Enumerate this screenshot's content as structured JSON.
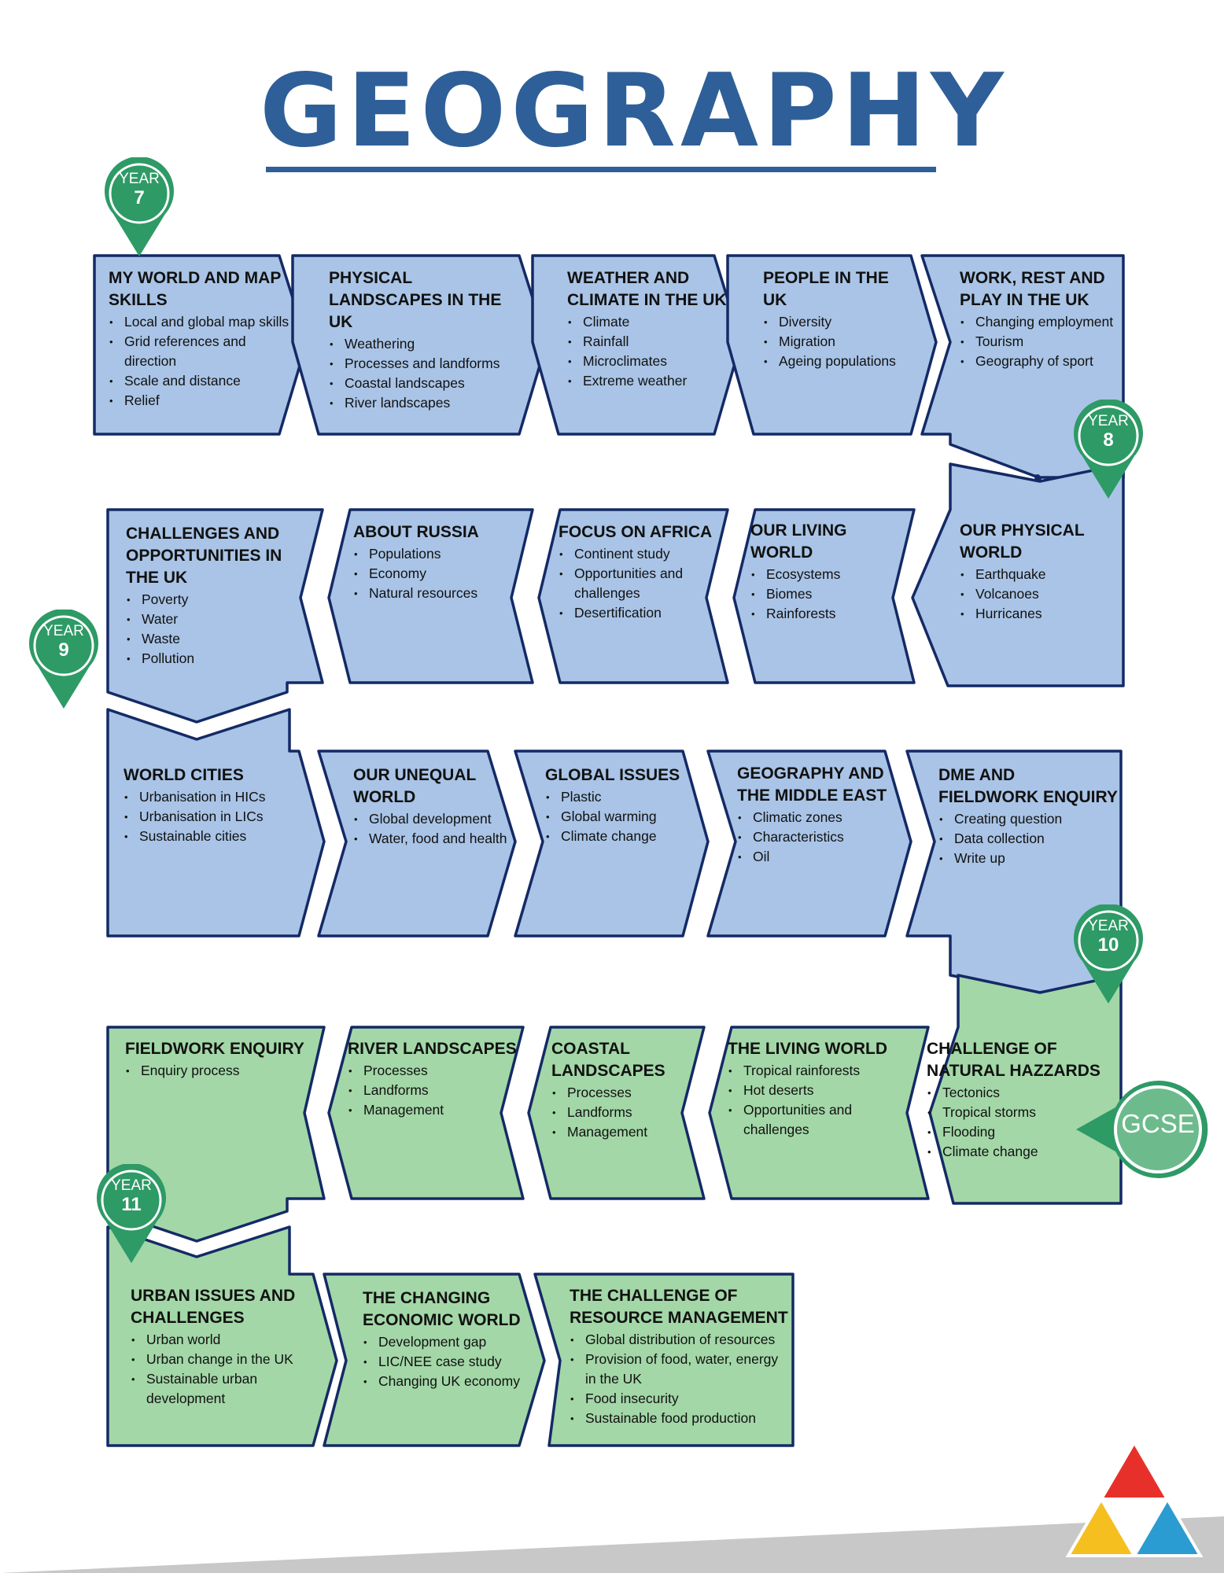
{
  "title": "GEOGRAPHY",
  "colors": {
    "blue_fill": "#a9c4e6",
    "green_fill": "#a3d7a7",
    "border": "#142a66",
    "title": "#2f5f98",
    "pin": "#2e9a66"
  },
  "pins": [
    {
      "label": "YEAR",
      "number": "7"
    },
    {
      "label": "YEAR",
      "number": "8"
    },
    {
      "label": "YEAR",
      "number": "9"
    },
    {
      "label": "YEAR",
      "number": "10"
    },
    {
      "label": "YEAR",
      "number": "11"
    }
  ],
  "gcse": "GCSE",
  "units": [
    {
      "title": "MY WORLD AND MAP SKILLS",
      "items": [
        "Local and global map skills",
        "Grid references and direction",
        "Scale and distance",
        "Relief"
      ]
    },
    {
      "title": "PHYSICAL LANDSCAPES IN THE UK",
      "items": [
        "Weathering",
        "Processes and landforms",
        "Coastal landscapes",
        "River landscapes"
      ]
    },
    {
      "title": "WEATHER AND CLIMATE IN THE UK",
      "items": [
        "Climate",
        "Rainfall",
        "Microclimates",
        "Extreme weather"
      ]
    },
    {
      "title": "PEOPLE IN THE UK",
      "items": [
        "Diversity",
        "Migration",
        "Ageing populations"
      ]
    },
    {
      "title": "WORK, REST AND PLAY IN THE UK",
      "items": [
        "Changing employment",
        "Tourism",
        "Geography of sport"
      ]
    },
    {
      "title": "CHALLENGES AND OPPORTUNITIES IN THE UK",
      "items": [
        "Poverty",
        "Water",
        "Waste",
        "Pollution"
      ]
    },
    {
      "title": "ABOUT RUSSIA",
      "items": [
        "Populations",
        "Economy",
        "Natural resources"
      ]
    },
    {
      "title": "FOCUS ON AFRICA",
      "items": [
        "Continent study",
        "Opportunities and challenges",
        "Desertification"
      ]
    },
    {
      "title": "OUR LIVING WORLD",
      "items": [
        "Ecosystems",
        "Biomes",
        "Rainforests"
      ]
    },
    {
      "title": "OUR PHYSICAL WORLD",
      "items": [
        "Earthquake",
        "Volcanoes",
        "Hurricanes"
      ]
    },
    {
      "title": "WORLD CITIES",
      "items": [
        "Urbanisation in HICs",
        "Urbanisation in LICs",
        "Sustainable cities"
      ]
    },
    {
      "title": "OUR UNEQUAL WORLD",
      "items": [
        "Global development",
        "Water, food and health"
      ]
    },
    {
      "title": "GLOBAL ISSUES",
      "items": [
        "Plastic",
        "Global warming",
        "Climate change"
      ]
    },
    {
      "title": "GEOGRAPHY AND THE MIDDLE EAST",
      "items": [
        "Climatic zones",
        "Characteristics",
        "Oil"
      ]
    },
    {
      "title": "DME AND FIELDWORK ENQUIRY",
      "items": [
        "Creating question",
        "Data collection",
        "Write up"
      ]
    },
    {
      "title": "FIELDWORK ENQUIRY",
      "items": [
        "Enquiry process"
      ]
    },
    {
      "title": "RIVER LANDSCAPES",
      "items": [
        "Processes",
        "Landforms",
        "Management"
      ]
    },
    {
      "title": "COASTAL LANDSCAPES",
      "items": [
        "Processes",
        "Landforms",
        "Management"
      ]
    },
    {
      "title": "THE LIVING WORLD",
      "items": [
        "Tropical rainforests",
        "Hot deserts",
        "Opportunities and challenges"
      ]
    },
    {
      "title": "CHALLENGE OF NATURAL HAZZARDS",
      "items": [
        "Tectonics",
        "Tropical storms",
        "Flooding",
        "Climate change"
      ]
    },
    {
      "title": "URBAN ISSUES AND CHALLENGES",
      "items": [
        "Urban world",
        "Urban change in the UK",
        "Sustainable urban development"
      ]
    },
    {
      "title": "THE CHANGING ECONOMIC WORLD",
      "items": [
        "Development gap",
        "LIC/NEE case study",
        "Changing UK economy"
      ]
    },
    {
      "title": "THE CHALLENGE OF RESOURCE MANAGEMENT",
      "items": [
        "Global distribution of resources",
        "Provision of food, water, energy in the UK",
        "Food insecurity",
        "Sustainable food production"
      ]
    }
  ]
}
